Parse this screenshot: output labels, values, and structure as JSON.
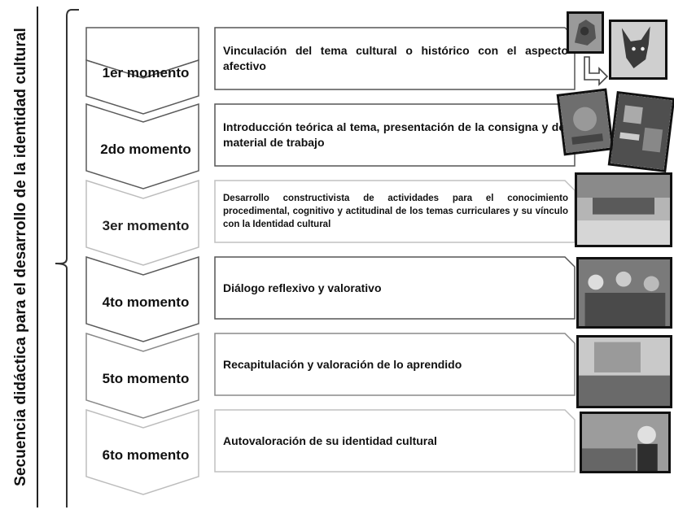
{
  "sidebar_title": "Secuencia didáctica para el desarrollo de la identidad cultural",
  "moments": [
    {
      "label": "1er momento",
      "description": "Vinculación del tema cultural o histórico con el aspecto afectivo"
    },
    {
      "label": "2do momento",
      "description": "Introducción  teórica al tema, presentación de la consigna  y del material de trabajo"
    },
    {
      "label": "3er momento",
      "description": "Desarrollo     constructivista de actividades para el conocimiento procedimental, cognitivo y actitudinal de los temas curriculares y su vínculo con la Identidad cultural"
    },
    {
      "label": "4to momento",
      "description": "Diálogo reflexivo y valorativo"
    },
    {
      "label": "5to momento",
      "description": "Recapitulación y valoración de lo aprendido"
    },
    {
      "label": "6to momento",
      "description": "Autovaloración de su identidad cultural"
    }
  ],
  "colors": {
    "dark_outline": "#5a5a5a",
    "light_outline": "#bdbdbd",
    "text": "#111111",
    "photo_border": "#111111"
  },
  "icons": [
    "curved-arrow-icon"
  ]
}
